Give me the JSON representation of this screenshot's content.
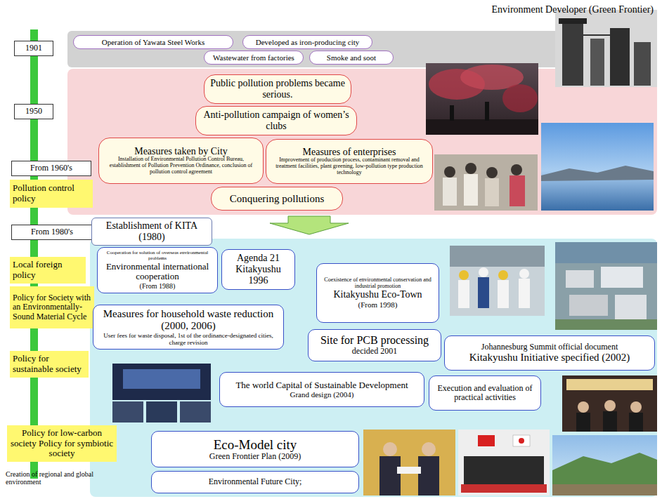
{
  "diagram": {
    "title": "Environment Developer (Green Frontier)",
    "nodes": [
      {
        "text": [
          "1901"
        ]
      },
      {
        "text": [
          "Operation of Yawata Steel Works"
        ]
      },
      {
        "text": [
          "Developed as iron-producing city"
        ]
      },
      {
        "text": [
          "Wastewater from factories"
        ]
      },
      {
        "text": [
          "Smoke and soot"
        ]
      },
      {
        "text": [
          "Public pollution problems became serious."
        ]
      },
      {
        "text": [
          "1950"
        ]
      },
      {
        "text": [
          "Anti-pollution campaign of women’s clubs"
        ]
      },
      {
        "text": [
          "Measures taken by City",
          "Installation of Environmental Pollution Control Bureau, establishment of Pollution Prevention Ordinance, conclusion of pollution control agreement"
        ]
      },
      {
        "text": [
          "Measures of enterprises",
          "Improvement of production process, contaminant removal and treatment facilities, plant greening, low-pollution type production technology"
        ]
      },
      {
        "text": [
          "From 1960's"
        ]
      },
      {
        "text": [
          "Pollution control policy"
        ]
      },
      {
        "text": [
          "Conquering pollutions"
        ]
      },
      {
        "text": [
          "From 1980's"
        ]
      },
      {
        "text": [
          "Establishment of KITA (1980)"
        ]
      },
      {
        "text": [
          "Local foreign policy"
        ]
      },
      {
        "text": [
          "Cooperation for solution of overseas environmental problems",
          "Environmental international cooperation",
          "(From 1988)"
        ]
      },
      {
        "text": [
          "Agenda 21 Kitakyushu 1996"
        ]
      },
      {
        "text": [
          "Coexistence of environmental conservation and industrial promotion",
          "Kitakyushu Eco-Town",
          "(From 1998)"
        ]
      },
      {
        "text": [
          "Policy for Society with an Environmentally-Sound Material Cycle"
        ]
      },
      {
        "text": [
          "Measures for household waste reduction (2000, 2006)",
          "User fees for waste disposal, 1st of the ordinance-designated cities, charge revision"
        ]
      },
      {
        "text": [
          "Site for PCB processing",
          "decided 2001"
        ]
      },
      {
        "text": [
          "Policy for sustainable society"
        ]
      },
      {
        "text": [
          "Johannesburg Summit official document",
          "Kitakyushu Initiative specified (2002)"
        ]
      },
      {
        "text": [
          "The world Capital of Sustainable Development",
          "Grand design (2004)"
        ]
      },
      {
        "text": [
          "Execution and evaluation of practical activities"
        ]
      },
      {
        "text": [
          "Policy for low-carbon society Policy for symbiotic society"
        ]
      },
      {
        "text": [
          "Eco-Model city",
          "Green Frontier Plan (2009)"
        ]
      },
      {
        "text": [
          "Environmental Future City;"
        ]
      }
    ],
    "labels": [
      "Creation of regional and global environment"
    ]
  }
}
